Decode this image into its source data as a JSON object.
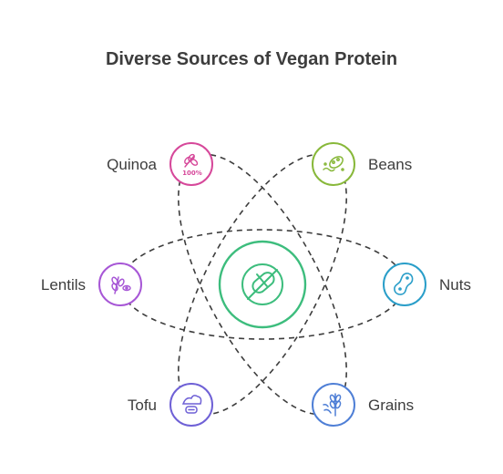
{
  "title": "Diverse Sources of Vegan Protein",
  "center": {
    "icon": "no-pill-icon",
    "color": "#3dbd7d"
  },
  "nodes": [
    {
      "label": "Quinoa",
      "icon": "quinoa-100-icon",
      "color": "#d6489a"
    },
    {
      "label": "Beans",
      "icon": "beans-icon",
      "color": "#88b83a"
    },
    {
      "label": "Lentils",
      "icon": "lentils-icon",
      "color": "#a757d6"
    },
    {
      "label": "Nuts",
      "icon": "peanut-icon",
      "color": "#2a9ec9"
    },
    {
      "label": "Tofu",
      "icon": "tofu-icon",
      "color": "#6f61d6"
    },
    {
      "label": "Grains",
      "icon": "wheat-icon",
      "color": "#4f7fd6"
    }
  ],
  "badge_text": "100%"
}
